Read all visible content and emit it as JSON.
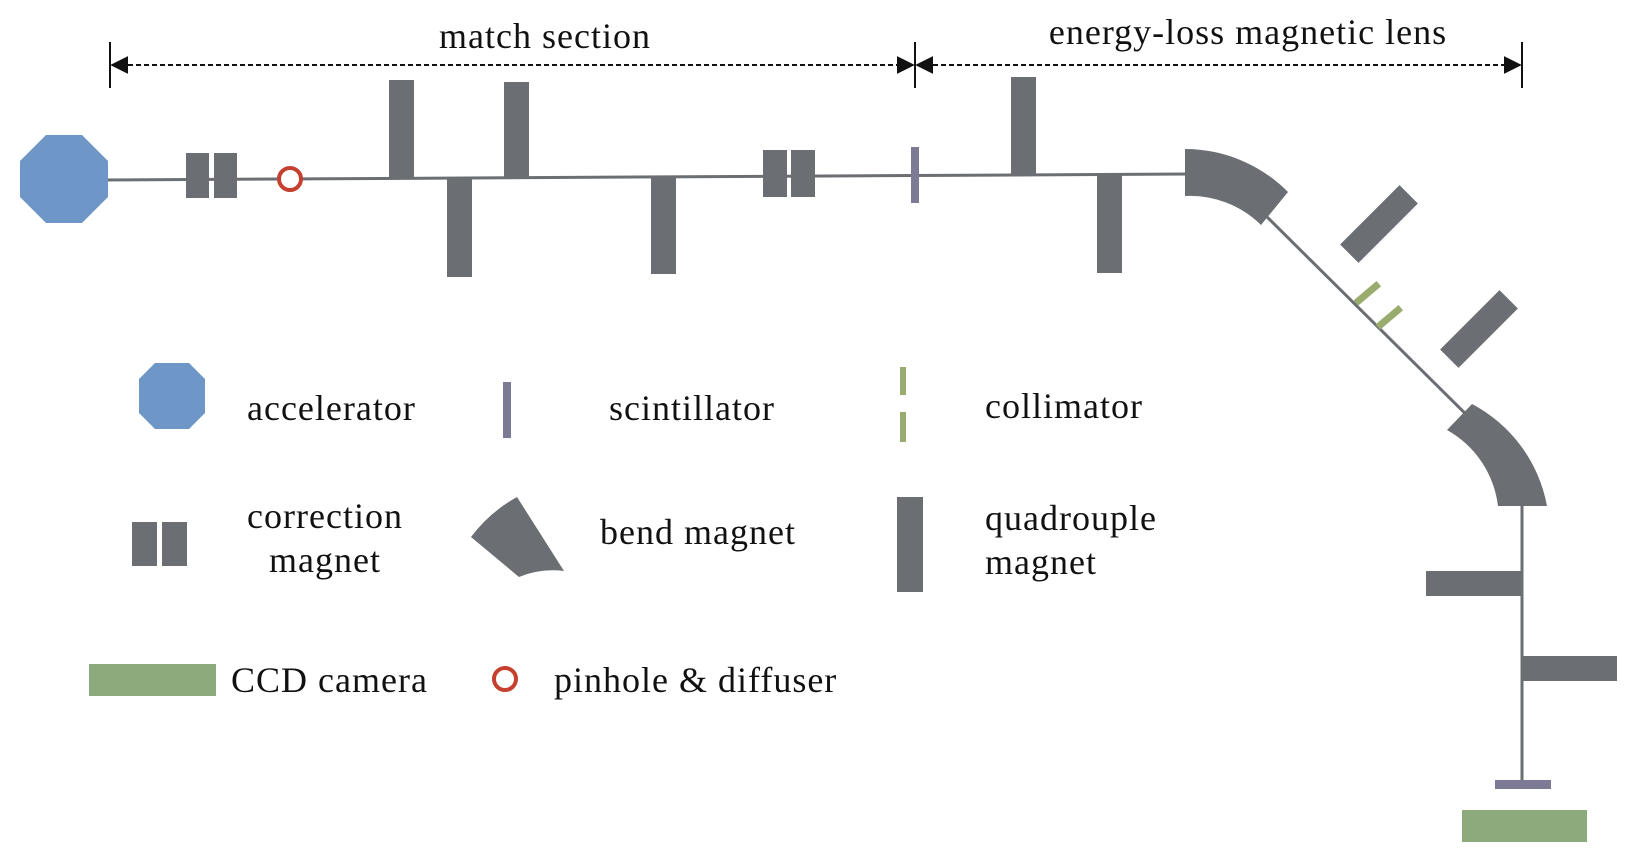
{
  "sections": {
    "match": "match section",
    "energy_loss": "energy-loss magnetic lens"
  },
  "legend": {
    "accelerator": "accelerator",
    "scintillator": "scintillator",
    "collimator": "collimator",
    "correction_line1": "correction",
    "correction_line2": "magnet",
    "bend_magnet": "bend magnet",
    "quad_line1": "quadrouple",
    "quad_line2": "magnet",
    "ccd_camera": "CCD camera",
    "pinhole": "pinhole & diffuser"
  },
  "colors": {
    "accelerator": "#6e97c8",
    "magnet": "#6b6e72",
    "scintillator": "#7d7a95",
    "collimator": "#9aac6d",
    "ccd": "#8caa7c",
    "pinhole": "#c5402e",
    "beamline": "#6b6e72"
  }
}
